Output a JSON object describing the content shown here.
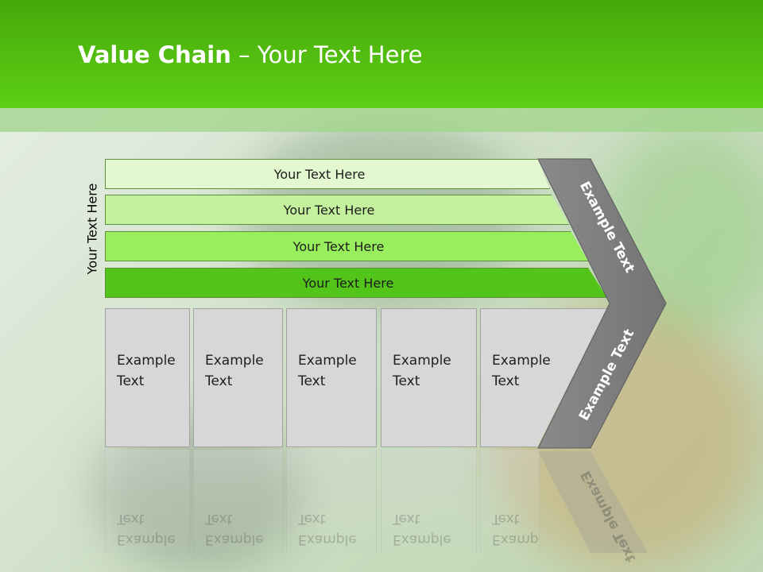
{
  "slide": {
    "title_strong": "Value Chain",
    "title_rest": " – Your Text Here",
    "side_label": "Your Text Here",
    "bars": [
      "Your Text Here",
      "Your Text Here",
      "Your Text Here",
      "Your Text Here"
    ],
    "boxes": [
      {
        "line1": "Example",
        "line2": "Text"
      },
      {
        "line1": "Example",
        "line2": "Text"
      },
      {
        "line1": "Example",
        "line2": "Text"
      },
      {
        "line1": "Example",
        "line2": "Text"
      },
      {
        "line1": "Example",
        "line2": "Text"
      }
    ],
    "chevron_top_label": "Example Text",
    "chevron_bottom_label": "Example Text"
  },
  "colors": {
    "header_green": "#5ccf14",
    "bar_1": "#e3f8d0",
    "bar_2": "#c4f19d",
    "bar_3": "#98ee5c",
    "bar_4": "#52c41a",
    "box_gray": "#d7d7d7",
    "chevron_gray": "#808080"
  }
}
